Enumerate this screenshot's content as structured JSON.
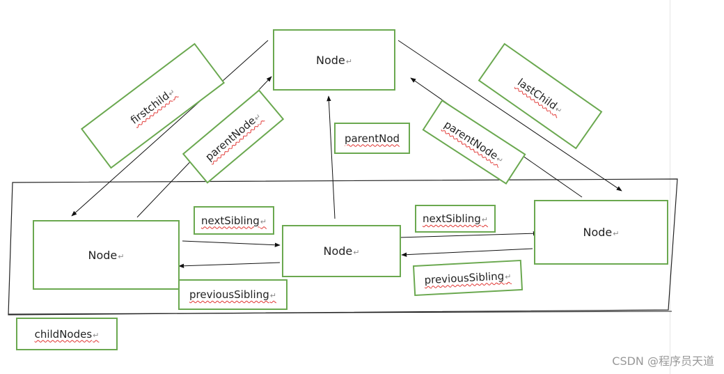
{
  "nodes": {
    "top": "Node",
    "left": "Node",
    "middle": "Node",
    "right": "Node"
  },
  "labels": {
    "firstchild": "firstchild",
    "parentNode_left": "parentNode",
    "parentNod_center": "parentNod",
    "lastChild": "lastChild",
    "parentNode_right": "parentNode",
    "nextSibling_left": "nextSibling",
    "nextSibling_right": "nextSibling",
    "previousSibling_left": "previousSibling",
    "previousSibling_right": "previousSibling",
    "childNodes": "childNodes"
  },
  "watermark": "CSDN @程序员天道",
  "colors": {
    "box_border": "#6aa84f",
    "arrow": "#111111",
    "spell_underline": "#e0322f"
  }
}
